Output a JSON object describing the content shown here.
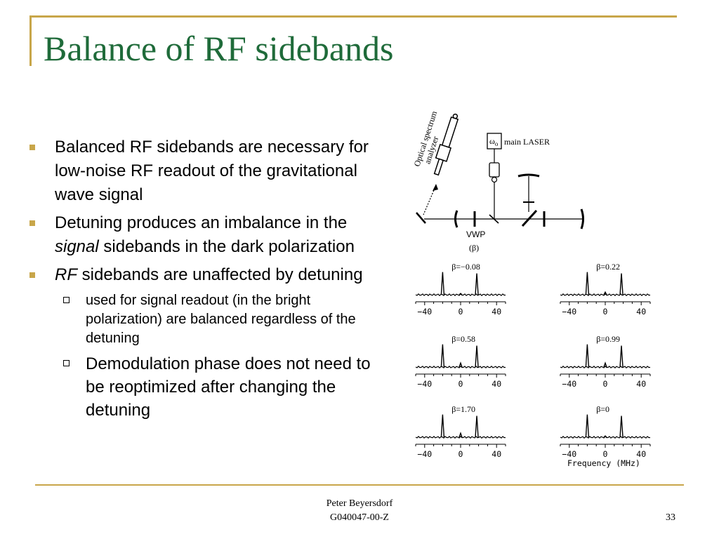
{
  "title": "Balance of RF sidebands",
  "bullets": [
    {
      "text": "Balanced RF sidebands are necessary for low-noise RF readout of the gravitational wave signal"
    },
    {
      "pre": "Detuning produces an imbalance in the ",
      "em": "signal",
      "post": " sidebands in the dark polarization"
    },
    {
      "em": "RF",
      "post": " sidebands are unaffected by detuning",
      "sub": [
        "used for signal readout (in the bright polarization) are balanced regardless of the detuning",
        "Demodulation phase does not need to be reoptimized after changing the detuning"
      ]
    }
  ],
  "setup": {
    "analyzer_label_line1": "Optical spectrum",
    "analyzer_label_line2": "analyzer",
    "omega_symbol": "ω",
    "omega_sub": "o",
    "laser_label": "main LASER",
    "vwp_label": "VWP",
    "beta_label": "(β)"
  },
  "chart_data": {
    "type": "line",
    "xlabel": "Frequency (MHz)",
    "x_ticks": [
      "-40",
      "0",
      "40"
    ],
    "panels": [
      {
        "label": "β=−0.08",
        "peaks": [
          {
            "x": -20,
            "h": 0.85
          },
          {
            "x": 0,
            "h": 0.05
          },
          {
            "x": 18,
            "h": 0.8
          }
        ]
      },
      {
        "label": "β=0.22",
        "peaks": [
          {
            "x": -20,
            "h": 0.85
          },
          {
            "x": 0,
            "h": 0.1
          },
          {
            "x": 18,
            "h": 0.8
          }
        ]
      },
      {
        "label": "β=0.58",
        "peaks": [
          {
            "x": -20,
            "h": 0.85
          },
          {
            "x": 0,
            "h": 0.15
          },
          {
            "x": 18,
            "h": 0.8
          }
        ]
      },
      {
        "label": "β=0.99",
        "peaks": [
          {
            "x": -20,
            "h": 0.85
          },
          {
            "x": 0,
            "h": 0.15
          },
          {
            "x": 18,
            "h": 0.8
          }
        ]
      },
      {
        "label": "β=1.70",
        "peaks": [
          {
            "x": -20,
            "h": 0.85
          },
          {
            "x": 0,
            "h": 0.15
          },
          {
            "x": 18,
            "h": 0.8
          }
        ]
      },
      {
        "label": "β=0",
        "peaks": [
          {
            "x": -20,
            "h": 0.85
          },
          {
            "x": 0,
            "h": 0.05
          },
          {
            "x": 18,
            "h": 0.8
          }
        ]
      }
    ]
  },
  "footer": {
    "author": "Peter Beyersdorf",
    "doc_id": "G040047-00-Z",
    "page": "33"
  },
  "colors": {
    "accent": "#c8a64a",
    "title": "#1f6b3a"
  }
}
